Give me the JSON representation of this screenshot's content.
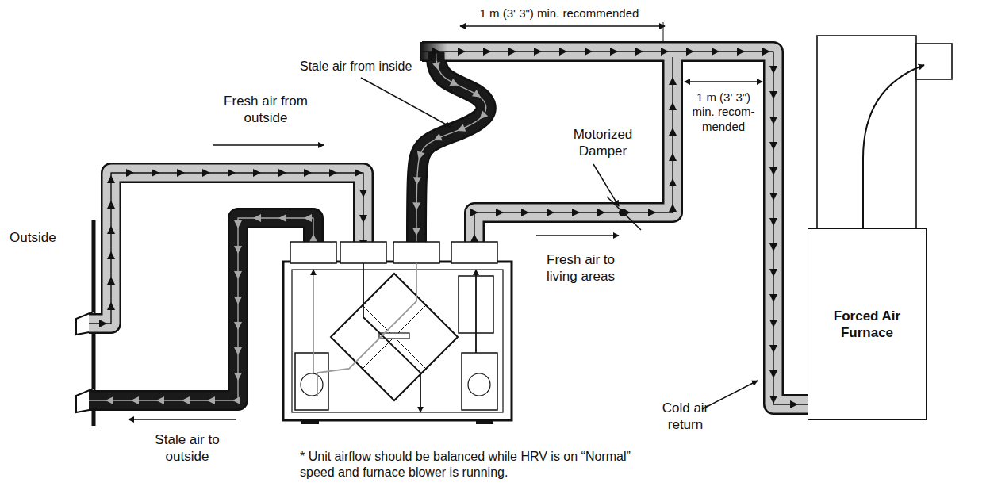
{
  "diagram": {
    "nodes": [
      {
        "text": [
          "Forced Air Furnace"
        ]
      }
    ],
    "labels": [
      "Outside",
      "Fresh air from outside",
      "Stale air from inside",
      "1 m (3' 3\") min. recommended",
      "Motorized Damper",
      "1 m (3' 3\") min. recom- mended",
      "Fresh air to living areas",
      "Cold air return",
      "Stale air to outside",
      "* Unit airflow should be balanced while HRV is on “Normal” speed and furnace blower is running."
    ]
  }
}
